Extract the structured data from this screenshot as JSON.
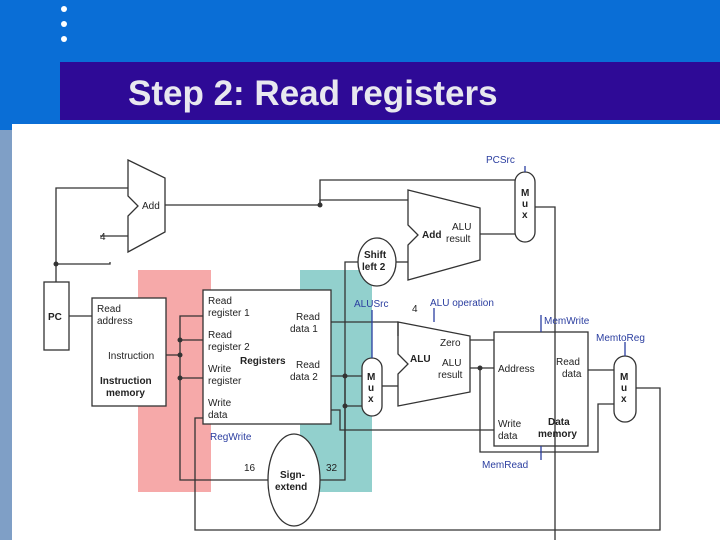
{
  "slide": {
    "title": "Step 2: Read registers"
  },
  "diagram": {
    "pcsrc": "PCSrc",
    "add_top": "Add",
    "four_top": "4",
    "add_alu_add": "Add",
    "add_alu_alu": "ALU",
    "add_alu_result": "result",
    "mux_top_m": "M",
    "mux_top_u": "u",
    "mux_top_x": "x",
    "shift_1": "Shift",
    "shift_2": "left 2",
    "pc": "PC",
    "imem_read": "Read",
    "imem_address": "address",
    "imem_instruction": "Instruction",
    "imem_instr_bold": "Instruction",
    "imem_memory": "memory",
    "reg_read1a": "Read",
    "reg_read1b": "register 1",
    "reg_read2a": "Read",
    "reg_read2b": "register 2",
    "reg_registers": "Registers",
    "reg_writeA": "Write",
    "reg_writeB": "register",
    "reg_wdataA": "Write",
    "reg_wdataB": "data",
    "reg_rd1a": "Read",
    "reg_rd1b": "data 1",
    "reg_rd2a": "Read",
    "reg_rd2b": "data 2",
    "regwrite": "RegWrite",
    "alusrc": "ALUSrc",
    "four_mid": "4",
    "aluop": "ALU operation",
    "mux_mid_m": "M",
    "mux_mid_u": "u",
    "mux_mid_x": "x",
    "zero": "Zero",
    "alu": "ALU",
    "alu_result_a": "ALU",
    "alu_result_b": "result",
    "memwrite": "MemWrite",
    "memtoreg": "MemtoReg",
    "dmem_address": "Address",
    "dmem_read_a": "Read",
    "dmem_read_b": "data",
    "dmem_write_a": "Write",
    "dmem_write_b": "data",
    "dmem_data": "Data",
    "dmem_memory": "memory",
    "mux_right_m": "M",
    "mux_right_u": "u",
    "mux_right_x": "x",
    "memread": "MemRead",
    "sixteen": "16",
    "sign_a": "Sign-",
    "sign_b": "extend",
    "thirtytwo": "32"
  },
  "colors": {
    "slide_blue": "#0a6ed6",
    "title_bar": "#2e0a96",
    "title_text": "#e8e8ef",
    "control_text": "#2b3ea0",
    "highlight_red": "#f59a9a",
    "highlight_teal": "#7fc8c4"
  }
}
